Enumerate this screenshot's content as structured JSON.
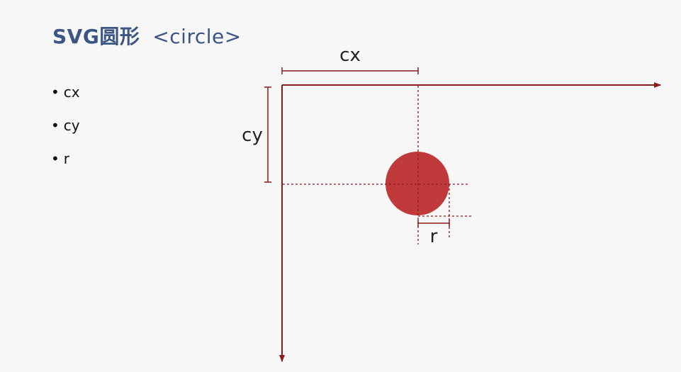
{
  "title": {
    "main": "SVG圆形",
    "sub": "<circle>"
  },
  "bullets": [
    "cx",
    "cy",
    "r"
  ],
  "diagram": {
    "labels": {
      "cx": "cx",
      "cy": "cy",
      "r": "r"
    },
    "colors": {
      "axis": "#8b1a1a",
      "guide": "#8b1a1a",
      "circle": "#c0393b"
    }
  }
}
